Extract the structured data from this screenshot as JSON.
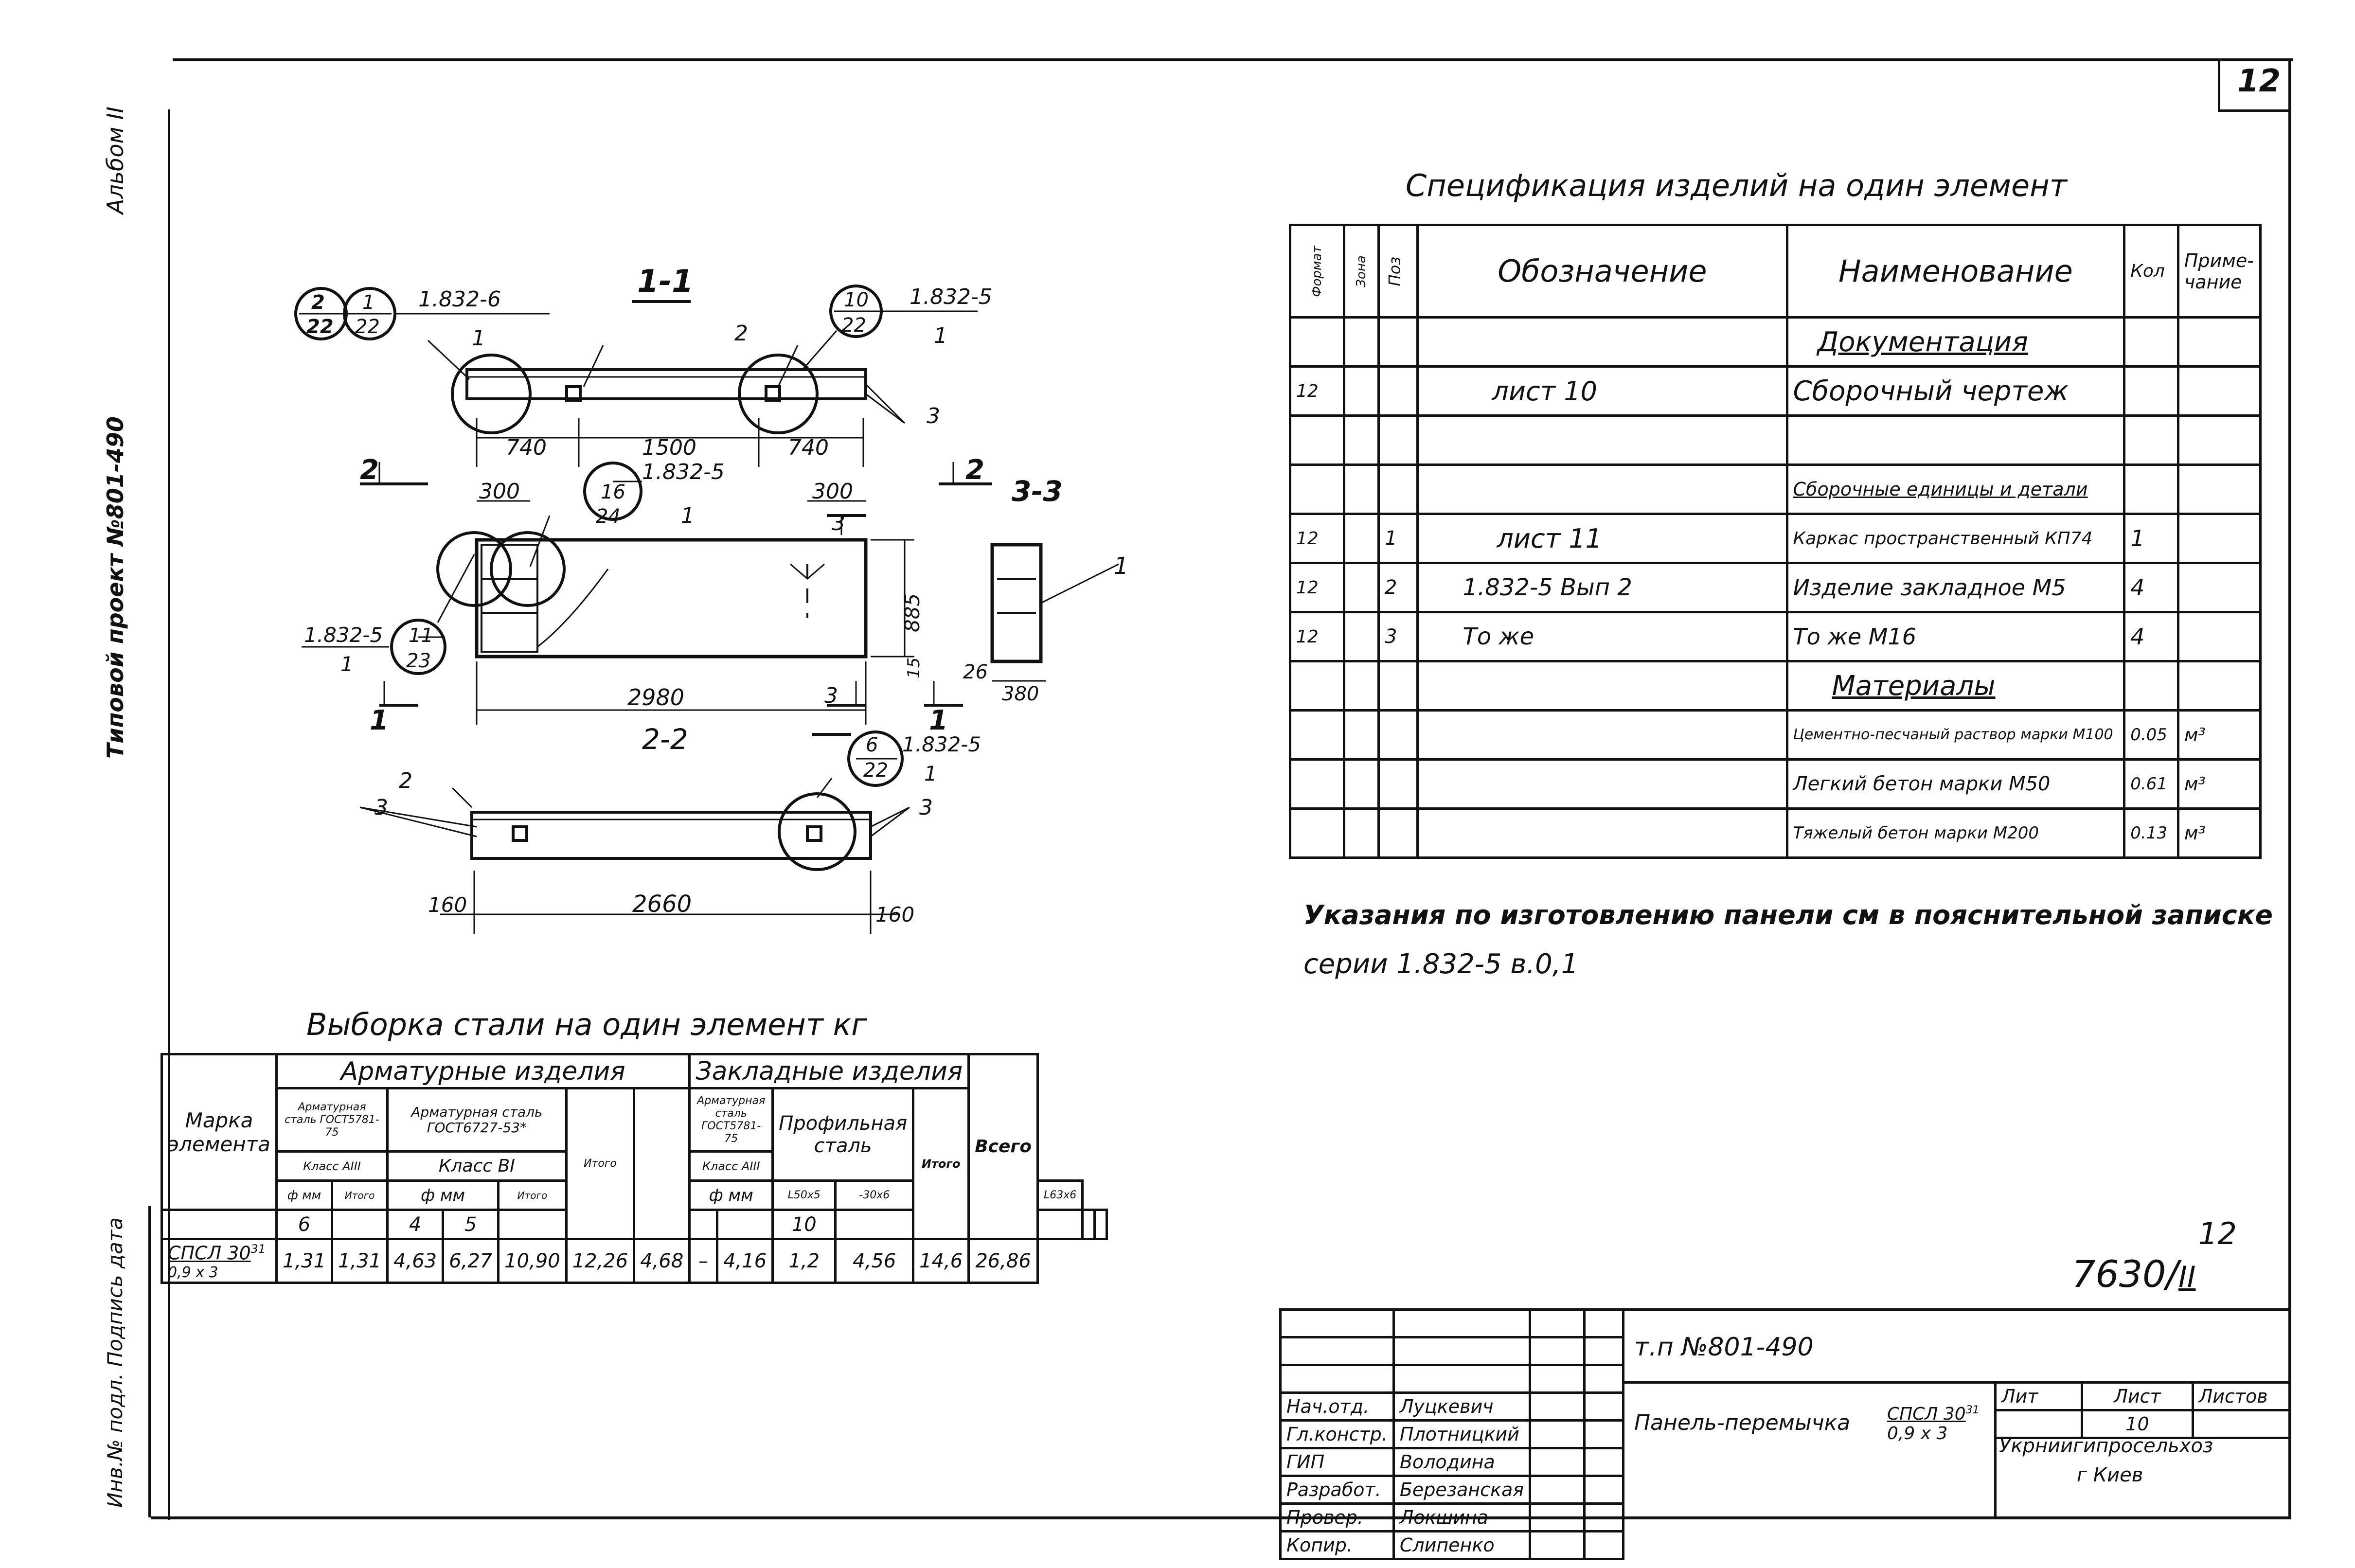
{
  "sheet": {
    "page_number": "12",
    "side_album": "Альбом II",
    "side_project": "Типовой проект №801-490",
    "side_stamp": "Инв.№ подл.  Подпись  дата"
  },
  "drawing": {
    "section_1": "1-1",
    "section_2": "2-2",
    "section_3": "3-3",
    "mark_2": "2",
    "mark_1": "1",
    "ref_1832_6": "1.832-6",
    "ref_1832_5": "1.832-5",
    "callout_2_22": [
      "2",
      "22"
    ],
    "callout_1_22": [
      "1",
      "22"
    ],
    "callout_10_22": [
      "10",
      "22"
    ],
    "callout_16_24": [
      "16",
      "24"
    ],
    "callout_11_23": [
      "11",
      "23"
    ],
    "callout_6_22": [
      "6",
      "22"
    ],
    "callout_sub": "1",
    "pos_1": "1",
    "pos_2": "2",
    "pos_3": "3",
    "dims_top": [
      "740",
      "1500",
      "740"
    ],
    "dim_300a": "300",
    "dim_300b": "300",
    "dim_3": "3",
    "dim_length": "2980",
    "dim_height": "885",
    "dim_15": "15",
    "dim_26": "26",
    "dim_380": "380",
    "dims_bottom": [
      "160",
      "2660",
      "160"
    ]
  },
  "spec": {
    "title": "Спецификация изделий на один элемент",
    "headers": [
      "Формат",
      "Зона",
      "Поз",
      "Обозначение",
      "Наименование",
      "Кол",
      "Приме-чание"
    ],
    "rows": [
      [
        "",
        "",
        "",
        "",
        "Документация",
        "",
        ""
      ],
      [
        "12",
        "",
        "",
        "лист 10",
        "Сборочный чертеж",
        "",
        ""
      ],
      [
        "",
        "",
        "",
        "",
        "",
        "",
        ""
      ],
      [
        "",
        "",
        "",
        "",
        "Сборочные единицы и детали",
        "",
        ""
      ],
      [
        "12",
        "",
        "1",
        "лист 11",
        "Каркас пространственный КП74",
        "1",
        ""
      ],
      [
        "12",
        "",
        "2",
        "1.832-5 Вып 2",
        "Изделие закладное   М5",
        "4",
        ""
      ],
      [
        "12",
        "",
        "3",
        "То же",
        "То   же             М16",
        "4",
        ""
      ],
      [
        "",
        "",
        "",
        "",
        "Материалы",
        "",
        ""
      ],
      [
        "",
        "",
        "",
        "",
        "Цементно-песчаный раствор марки М100",
        "0.05",
        "м³"
      ],
      [
        "",
        "",
        "",
        "",
        "Легкий бетон марки М50",
        "0.61",
        "м³"
      ],
      [
        "",
        "",
        "",
        "",
        "Тяжелый бетон марки М200",
        "0.13",
        "м³"
      ]
    ]
  },
  "note": {
    "line1": "Указания по изготовлению панели см в пояснительной записке",
    "line2": "серии 1.832-5 в.0,1"
  },
  "steel": {
    "title": "Выборка стали на один элемент кг",
    "h_mark": "Марка элемента",
    "h_arm": "Арматурные изделия",
    "h_zakl": "Закладные изделия",
    "h_total": "Всего",
    "h_arm_st1": "Арматурная сталь ГОСТ5781-75",
    "h_arm_st2": "Арматурная сталь ГОСТ6727-53*",
    "h_itogo": "Итого",
    "h_zakl_st": "Арматурная сталь ГОСТ5781-75",
    "h_prof": "Профильная сталь",
    "h_class_a": "Класс АIII",
    "h_class_b": "Класс ВI",
    "h_class_a2": "Класс АIII",
    "h_dia": "ф мм",
    "h_dia_b": "ф мм",
    "h_dia_z": "ф мм",
    "h_prof_1": "L50х5",
    "h_prof_2": "-30х6",
    "h_prof_3": "L63х6",
    "d_6": "6",
    "d_4": "4",
    "d_5": "5",
    "d_10": "10",
    "row_mark_top": "СПСЛ 30",
    "row_mark_sup": "31",
    "row_mark_bot": "0,9 х 3",
    "values": [
      "1,31",
      "1,31",
      "4,63",
      "6,27",
      "10,90",
      "12,26",
      "4,68",
      "–",
      "4,16",
      "1,2",
      "4,56",
      "14,6",
      "26,86"
    ]
  },
  "stamp": {
    "sheet_code_top": "12",
    "sheet_code": "7630",
    "sheet_code_roman": "II",
    "project": "т.п №801-490",
    "name": "Панель-перемычка",
    "mark_top": "СПСЛ 30",
    "mark_sup": "31",
    "mark_bot": "0,9 х 3",
    "h_lit": "Лит",
    "h_list": "Лист",
    "h_listov": "Листов",
    "list_value": "10",
    "org": "Укрниигипросельхоз",
    "city": "г Киев",
    "people": [
      [
        "Нач.отд.",
        "Луцкевич"
      ],
      [
        "Гл.констр.",
        "Плотницкий"
      ],
      [
        "ГИП",
        "Володина"
      ],
      [
        "Разработ.",
        "Березанская"
      ],
      [
        "Провер.",
        "Локшина"
      ],
      [
        "Копир.",
        "Слипенко"
      ]
    ]
  }
}
